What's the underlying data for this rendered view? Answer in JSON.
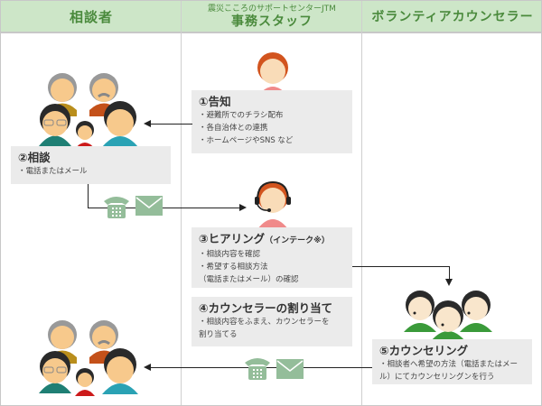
{
  "header": {
    "col1": "相談者",
    "col2_sub": "震災こころのサポートセンターJTM",
    "col2": "事務スタッフ",
    "col3": "ボランティアカウンセラー"
  },
  "steps": {
    "s1": {
      "title": "①告知",
      "items": [
        "・避難所でのチラシ配布",
        "・各自治体との連携",
        "・ホームページやSNS など"
      ]
    },
    "s2": {
      "title": "②相談",
      "items": [
        "・電話またはメール"
      ]
    },
    "s3": {
      "title": "③ヒアリング",
      "note": "（インテーク※）",
      "items": [
        "・相談内容を確認",
        "・希望する相談方法",
        "（電話またはメール）の確認"
      ]
    },
    "s4": {
      "title": "④カウンセラーの割り当て",
      "items": [
        "・相談内容をふまえ、カウンセラーを",
        "割り当てる"
      ]
    },
    "s5": {
      "title": "⑤カウンセリング",
      "items": [
        "・相談者へ希望の方法（電話またはメー",
        "ル）にてカウンセリングンを行う"
      ]
    }
  },
  "icons": {
    "family": "family-group-icon",
    "staff": "staff-woman-icon",
    "staff_headset": "staff-headset-icon",
    "counselors": "counselor-group-icon",
    "phone": "telephone-icon",
    "mail": "envelope-icon"
  },
  "colors": {
    "header_bg": "#cde6c8",
    "header_text": "#4a8a3c",
    "box_bg": "#ebebeb",
    "contact_icon": "#94bd9a"
  }
}
